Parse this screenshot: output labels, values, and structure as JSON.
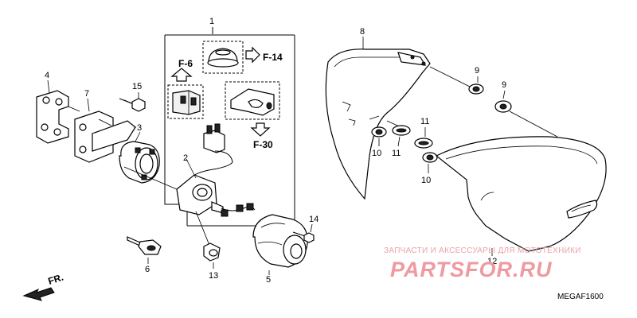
{
  "diagram": {
    "parts": [
      {
        "id": "p1",
        "label": "1"
      },
      {
        "id": "p2",
        "label": "2"
      },
      {
        "id": "p3",
        "label": "3"
      },
      {
        "id": "p4",
        "label": "4"
      },
      {
        "id": "p5",
        "label": "5"
      },
      {
        "id": "p6",
        "label": "6"
      },
      {
        "id": "p7",
        "label": "7"
      },
      {
        "id": "p8",
        "label": "8"
      },
      {
        "id": "p9a",
        "label": "9"
      },
      {
        "id": "p9b",
        "label": "9"
      },
      {
        "id": "p10a",
        "label": "10"
      },
      {
        "id": "p10b",
        "label": "10"
      },
      {
        "id": "p11a",
        "label": "11"
      },
      {
        "id": "p11b",
        "label": "11"
      },
      {
        "id": "p12",
        "label": "12"
      },
      {
        "id": "p13",
        "label": "13"
      },
      {
        "id": "p14",
        "label": "14"
      },
      {
        "id": "p15",
        "label": "15"
      }
    ],
    "references": {
      "f6": "F-6",
      "f14": "F-14",
      "f30": "F-30"
    },
    "direction_label": "FR.",
    "diagram_code": "MEGAF1600"
  },
  "watermark": {
    "tagline": "ЗАПЧАСТИ И АКСЕССУАРЫ ДЛЯ МОТОТЕХНИКИ",
    "brand": "PARTSFOR.RU"
  }
}
